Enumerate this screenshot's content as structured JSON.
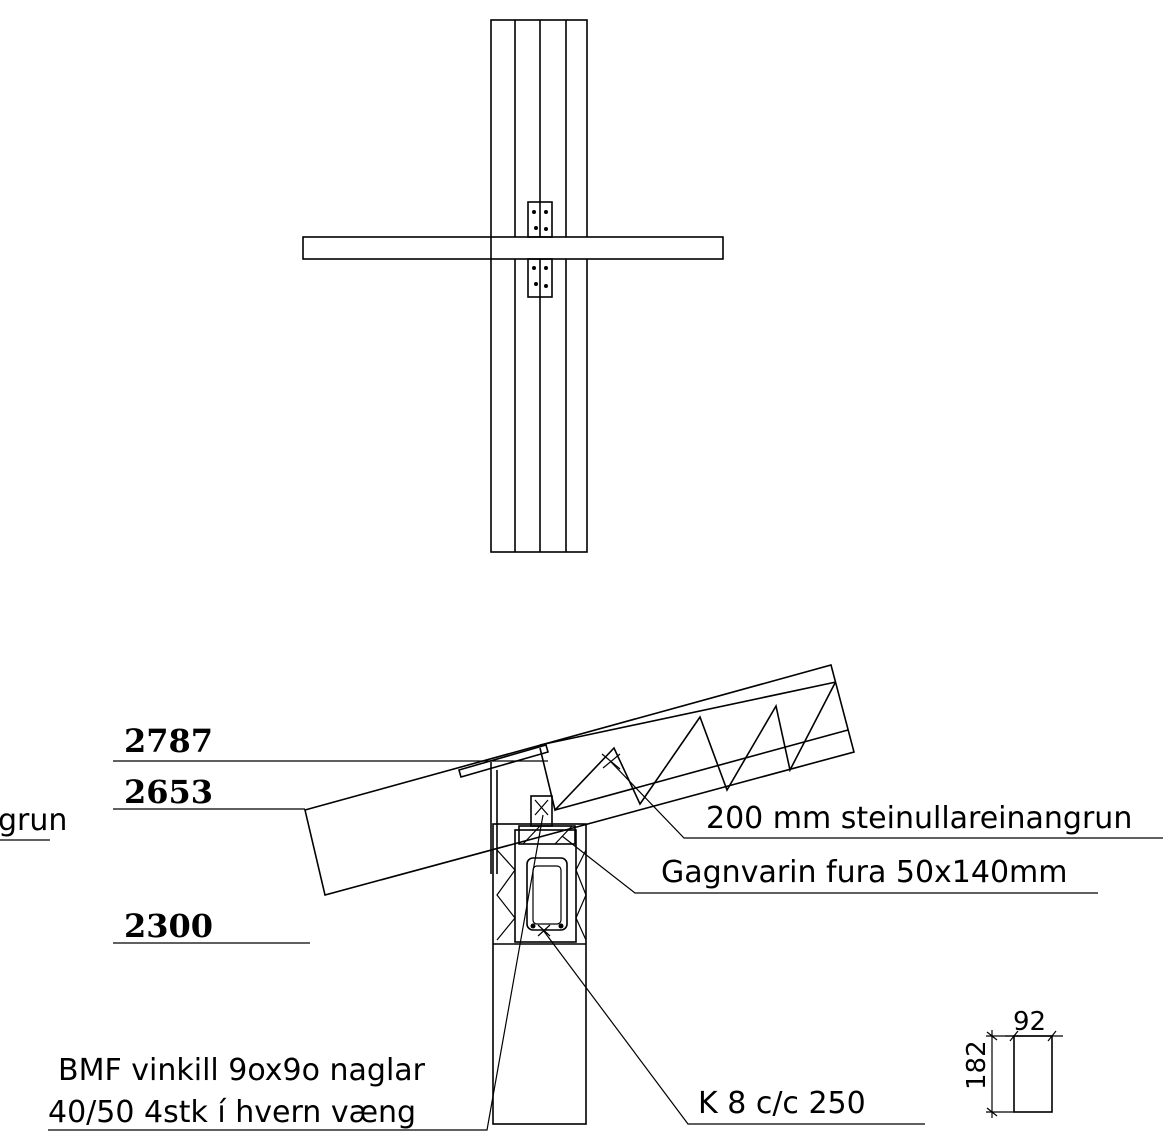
{
  "elevations": {
    "top": "2787",
    "middle": "2653",
    "lower": "2300"
  },
  "labels": {
    "insulation": "200 mm steinullareinangrun",
    "insulation_cut": "grun",
    "timber": "Gagnvarin fura 50x140mm",
    "bracket_line1": "BMF vinkill 9ox9o naglar",
    "bracket_line2": "40/50 4stk í hvern væng",
    "rebar": "K 8 c/c 250"
  },
  "dimensions": {
    "width": "92",
    "height": "182"
  }
}
